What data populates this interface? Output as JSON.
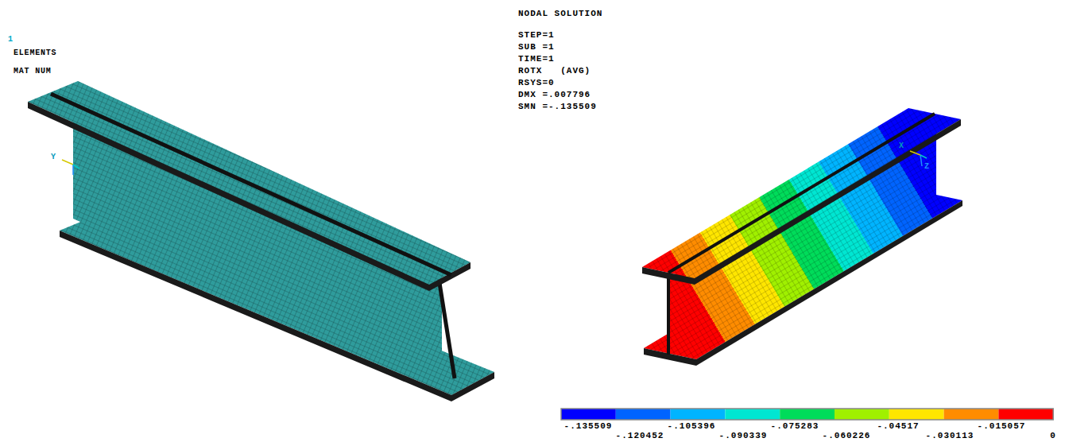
{
  "diagram": {
    "labels": [
      "1",
      "ELEMENTS",
      "MAT NUM",
      "Y",
      "NODAL SOLUTION",
      "STEP=1",
      "SUB =1",
      "TIME=1",
      "ROTX   (AVG)",
      "RSYS=0",
      "DMX =.007796",
      "SMN =-.135509",
      "X",
      "Z",
      "-.135509",
      "-.120452",
      "-.105396",
      "-.090339",
      "-.075283",
      "-.060226",
      "-.04517",
      "-.030113",
      "-.015057",
      "0"
    ]
  }
}
